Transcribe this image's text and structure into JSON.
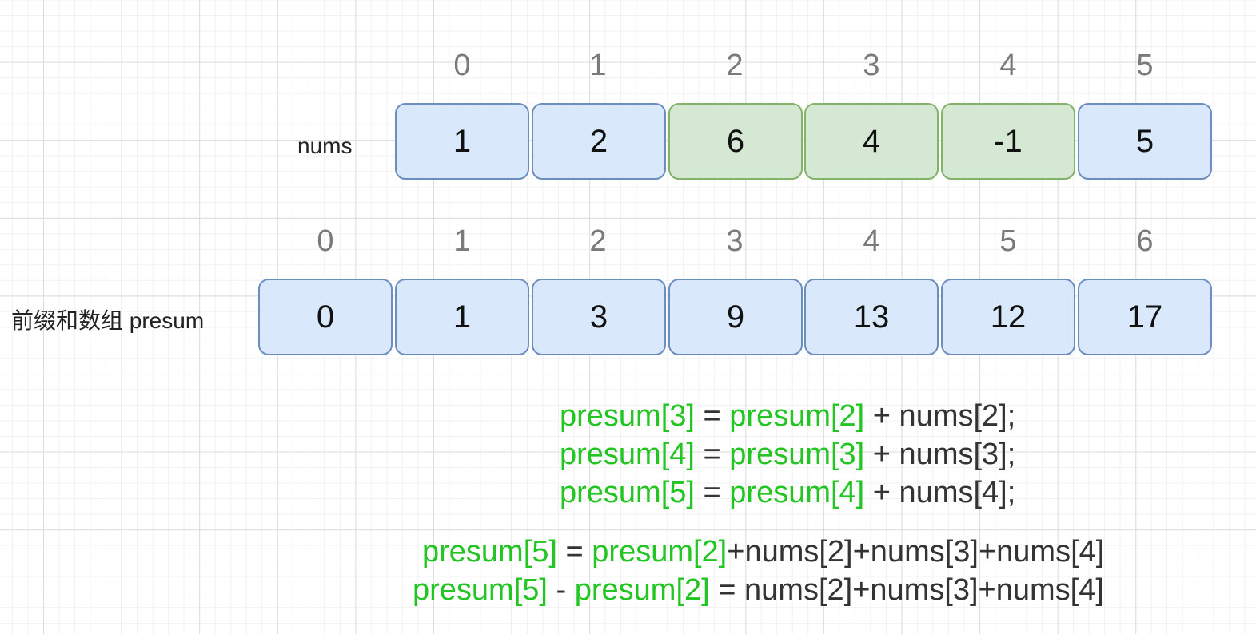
{
  "nums": {
    "label": "nums",
    "indices": [
      "0",
      "1",
      "2",
      "3",
      "4",
      "5"
    ],
    "cells": [
      {
        "value": "1",
        "highlight": false
      },
      {
        "value": "2",
        "highlight": false
      },
      {
        "value": "6",
        "highlight": true
      },
      {
        "value": "4",
        "highlight": true
      },
      {
        "value": "-1",
        "highlight": true
      },
      {
        "value": "5",
        "highlight": false
      }
    ]
  },
  "presum": {
    "label": "前缀和数组 presum",
    "indices": [
      "0",
      "1",
      "2",
      "3",
      "4",
      "5",
      "6"
    ],
    "cells": [
      {
        "value": "0"
      },
      {
        "value": "1"
      },
      {
        "value": "3"
      },
      {
        "value": "9"
      },
      {
        "value": "13"
      },
      {
        "value": "12"
      },
      {
        "value": "17"
      }
    ]
  },
  "formulas": [
    [
      {
        "text": "presum[3]",
        "green": true
      },
      {
        "text": " = ",
        "green": false
      },
      {
        "text": "presum[2]",
        "green": true
      },
      {
        "text": " + nums[2];",
        "green": false
      }
    ],
    [
      {
        "text": "presum[4]",
        "green": true
      },
      {
        "text": " = ",
        "green": false
      },
      {
        "text": "presum[3]",
        "green": true
      },
      {
        "text": " + nums[3];",
        "green": false
      }
    ],
    [
      {
        "text": "presum[5]",
        "green": true
      },
      {
        "text": " = ",
        "green": false
      },
      {
        "text": "presum[4]",
        "green": true
      },
      {
        "text": " + nums[4];",
        "green": false
      }
    ],
    [
      {
        "text": "presum[5]",
        "green": true
      },
      {
        "text": " = ",
        "green": false
      },
      {
        "text": "presum[2]",
        "green": true
      },
      {
        "text": "+nums[2]+nums[3]+nums[4]",
        "green": false
      }
    ],
    [
      {
        "text": "presum[5]",
        "green": true
      },
      {
        "text": " - ",
        "green": false
      },
      {
        "text": "presum[2]",
        "green": true
      },
      {
        "text": " = nums[2]+nums[3]+nums[4]",
        "green": false
      }
    ]
  ],
  "colors": {
    "cell_fill": "#dae8fc",
    "cell_border": "#6c8ebf",
    "highlight_fill": "#d5e8d4",
    "highlight_border": "#82b366",
    "formula_green": "#22c522",
    "formula_text": "#333333"
  }
}
